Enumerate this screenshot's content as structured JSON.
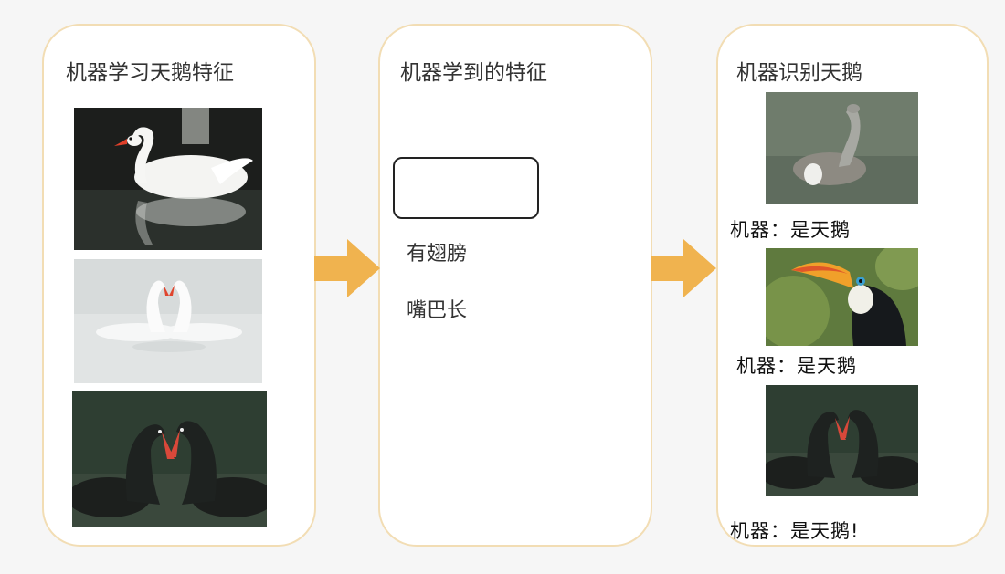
{
  "panels": {
    "learn": {
      "title": "机器学习天鹅特征"
    },
    "features": {
      "title": "机器学到的特征",
      "items": [
        "有翅膀",
        "嘴巴长"
      ]
    },
    "recognize": {
      "title": "机器识别天鹅",
      "results": [
        "机器：是天鹅",
        "机器：是天鹅",
        "机器：是天鹅!"
      ]
    }
  },
  "colors": {
    "panel_border": "#f2ddb4",
    "arrow": "#f0b34f",
    "background": "#f6f6f6"
  },
  "icons": {
    "arrow": "arrow-right-icon"
  }
}
